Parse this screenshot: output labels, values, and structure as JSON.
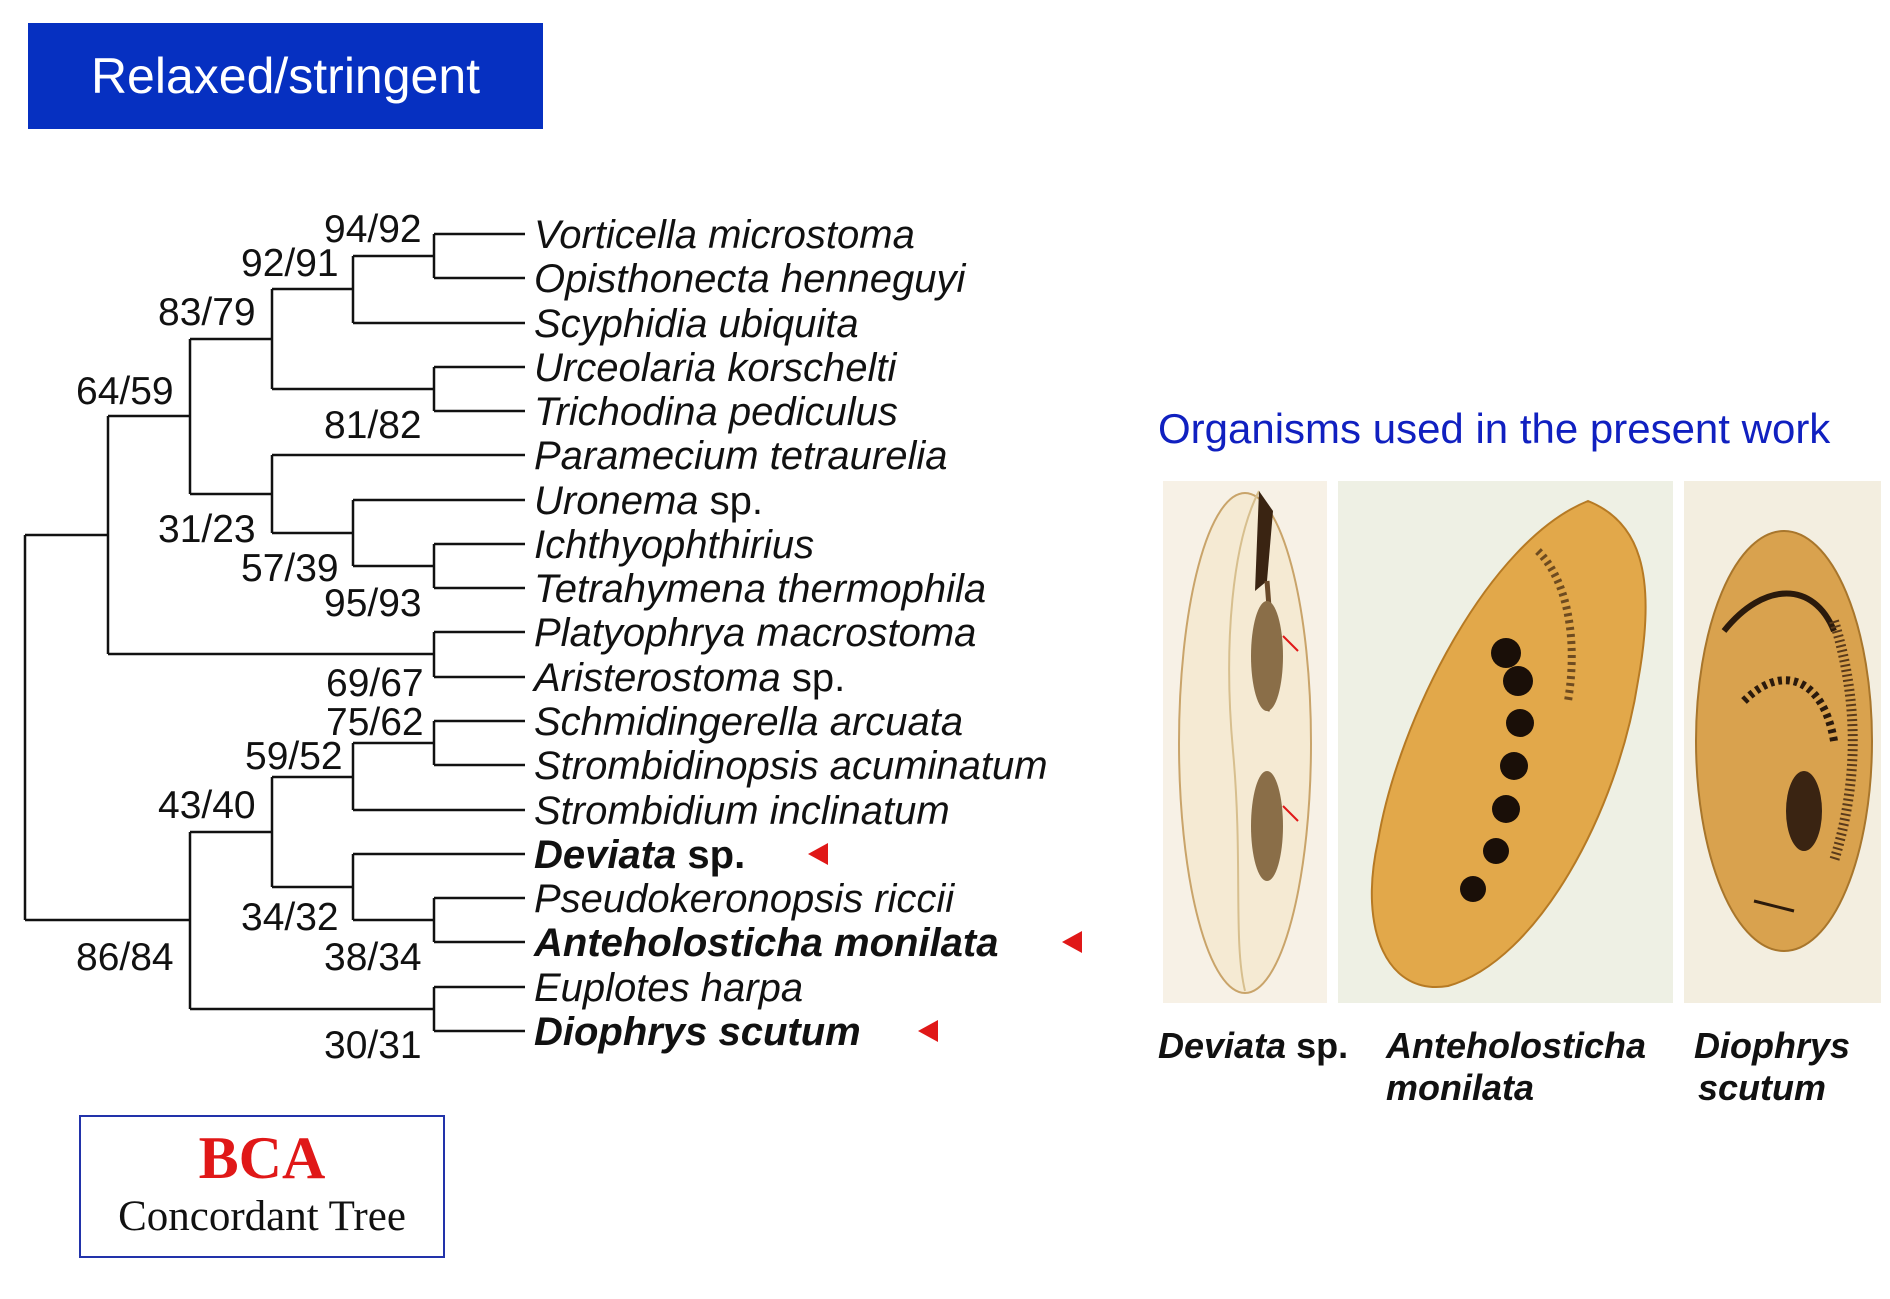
{
  "header": {
    "title": "Relaxed/stringent"
  },
  "tree": {
    "taxa": [
      {
        "name": "Vorticella microstoma",
        "suffix": "",
        "bold": false,
        "marked": false
      },
      {
        "name": "Opisthonecta henneguyi",
        "suffix": "",
        "bold": false,
        "marked": false
      },
      {
        "name": "Scyphidia ubiquita",
        "suffix": "",
        "bold": false,
        "marked": false
      },
      {
        "name": "Urceolaria korschelti",
        "suffix": "",
        "bold": false,
        "marked": false
      },
      {
        "name": "Trichodina pediculus",
        "suffix": "",
        "bold": false,
        "marked": false
      },
      {
        "name": "Paramecium tetraurelia",
        "suffix": "",
        "bold": false,
        "marked": false
      },
      {
        "name": "Uronema",
        "suffix": " sp.",
        "bold": false,
        "marked": false
      },
      {
        "name": "Ichthyophthirius",
        "suffix": "",
        "bold": false,
        "marked": false
      },
      {
        "name": "Tetrahymena thermophila",
        "suffix": "",
        "bold": false,
        "marked": false
      },
      {
        "name": "Platyophrya macrostoma",
        "suffix": "",
        "bold": false,
        "marked": false
      },
      {
        "name": "Aristerostoma",
        "suffix": " sp.",
        "bold": false,
        "marked": false
      },
      {
        "name": "Schmidingerella arcuata",
        "suffix": "",
        "bold": false,
        "marked": false
      },
      {
        "name": "Strombidinopsis acuminatum",
        "suffix": "",
        "bold": false,
        "marked": false
      },
      {
        "name": "Strombidium inclinatum",
        "suffix": "",
        "bold": false,
        "marked": false
      },
      {
        "name": "Deviata",
        "suffix": " sp.",
        "bold": true,
        "marked": true
      },
      {
        "name": "Pseudokeronopsis riccii",
        "suffix": "",
        "bold": false,
        "marked": false
      },
      {
        "name": "Anteholosticha monilata",
        "suffix": "",
        "bold": true,
        "marked": true
      },
      {
        "name": "Euplotes harpa",
        "suffix": "",
        "bold": false,
        "marked": false
      },
      {
        "name": "Diophrys scutum",
        "suffix": "",
        "bold": true,
        "marked": true
      }
    ],
    "support_values": [
      "94/92",
      "92/91",
      "83/79",
      "64/59",
      "81/82",
      "31/23",
      "57/39",
      "95/93",
      "69/67",
      "75/62",
      "59/52",
      "43/40",
      "34/32",
      "38/34",
      "86/84",
      "30/31"
    ]
  },
  "legend": {
    "title": "BCA",
    "subtitle": "Concordant Tree"
  },
  "organisms": {
    "title": "Organisms used in the present work",
    "captions": [
      {
        "genus": "Deviata",
        "rest": " sp."
      },
      {
        "genus": "Anteholosticha",
        "rest": "monilata"
      },
      {
        "genus": "Diophrys",
        "rest": "scutum"
      }
    ]
  },
  "colors": {
    "banner": "#0630c1",
    "marker": "#e01818",
    "organisms_title": "#1020c0",
    "legend_title": "#e01818"
  }
}
